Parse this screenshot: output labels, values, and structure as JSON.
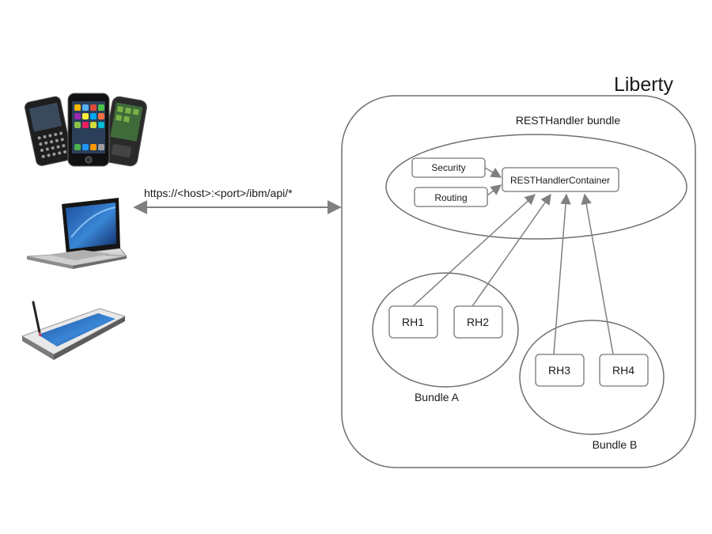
{
  "diagram": {
    "container_title": "Liberty",
    "bundle_title": "RESTHandler bundle",
    "url_label": "https://<host>:<port>/ibm/api/*",
    "boxes": {
      "security": "Security",
      "routing": "Routing",
      "container": "RESTHandlerContainer",
      "rh1": "RH1",
      "rh2": "RH2",
      "rh3": "RH3",
      "rh4": "RH4"
    },
    "bundle_a": "Bundle A",
    "bundle_b": "Bundle B",
    "clients": [
      "smartphones-icon",
      "laptop-icon",
      "tablet-icon"
    ],
    "colors": {
      "outline": "#6e6e6e",
      "arrow": "#808080",
      "text": "#1a1a1a"
    }
  }
}
